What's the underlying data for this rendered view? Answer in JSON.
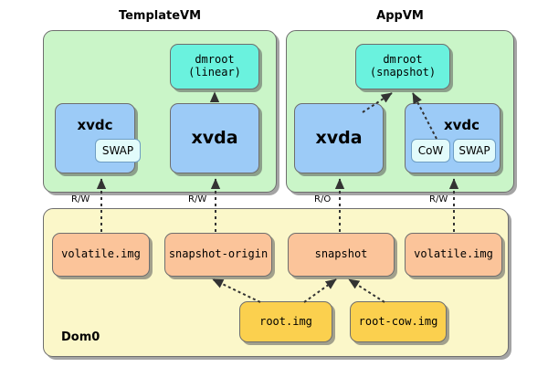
{
  "diagram": {
    "title_template_vm": "TemplateVM",
    "title_app_vm": "AppVM",
    "dom0_label": "Dom0",
    "colors": {
      "vm_panel": "#caf5c8",
      "dom0_panel": "#fbf7c9",
      "block_device": "#9ccbf7",
      "dm_target": "#6af2de",
      "image_file": "#fbc49a",
      "backing_file": "#fbd04e",
      "sub_region": "#e2fbfb",
      "stroke": "#6e6e6e"
    }
  },
  "template_vm": {
    "dmroot": {
      "line1": "dmroot",
      "line2": "(linear)"
    },
    "xvdc": {
      "label": "xvdc",
      "sub": "SWAP"
    },
    "xvda": {
      "label": "xvda"
    }
  },
  "app_vm": {
    "dmroot": {
      "line1": "dmroot",
      "line2": "(snapshot)"
    },
    "xvda": {
      "label": "xvda"
    },
    "xvdc": {
      "label": "xvdc",
      "sub_cow": "CoW",
      "sub_swap": "SWAP"
    }
  },
  "io_labels": {
    "template_xvdc": "R/W",
    "template_xvda": "R/W",
    "app_xvda": "R/O",
    "app_xvdc": "R/W"
  },
  "dom0": {
    "files": [
      {
        "name": "volatile.img",
        "kind": "image"
      },
      {
        "name": "snapshot-origin",
        "kind": "image"
      },
      {
        "name": "snapshot",
        "kind": "image"
      },
      {
        "name": "volatile.img",
        "kind": "image"
      }
    ],
    "backing": [
      {
        "name": "root.img",
        "kind": "backing"
      },
      {
        "name": "root-cow.img",
        "kind": "backing"
      }
    ]
  }
}
